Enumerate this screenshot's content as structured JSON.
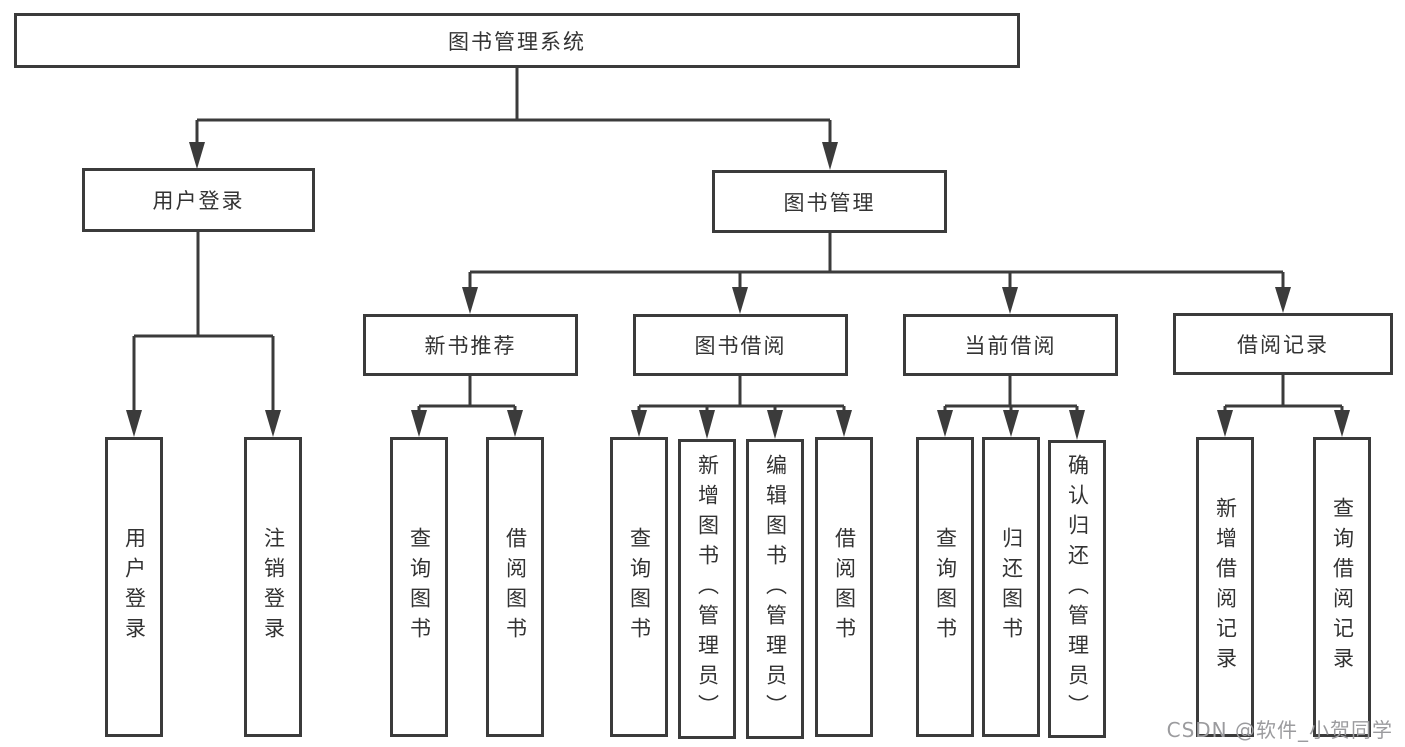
{
  "diagram": {
    "title": "图书管理系统",
    "line_color": "#3b3b3b",
    "box_border_color": "#3b3b3b",
    "text_color": "#333333",
    "root": {
      "label": "图书管理系统"
    },
    "level2": [
      {
        "id": "user-login",
        "label": "用户登录"
      },
      {
        "id": "book-management",
        "label": "图书管理"
      }
    ],
    "level3": [
      {
        "id": "new-book-recommend",
        "label": "新书推荐"
      },
      {
        "id": "book-borrowing",
        "label": "图书借阅"
      },
      {
        "id": "current-borrowing",
        "label": "当前借阅"
      },
      {
        "id": "borrowing-records",
        "label": "借阅记录"
      }
    ],
    "leaves": [
      {
        "id": "user-login-leaf",
        "parent": "user-login",
        "label": "用户登录"
      },
      {
        "id": "logout-leaf",
        "parent": "user-login",
        "label": "注销登录"
      },
      {
        "id": "query-books-recommend",
        "parent": "new-book-recommend",
        "label": "查询图书"
      },
      {
        "id": "borrow-books-recommend",
        "parent": "new-book-recommend",
        "label": "借阅图书"
      },
      {
        "id": "query-books-borrowing",
        "parent": "book-borrowing",
        "label": "查询图书"
      },
      {
        "id": "add-books-admin",
        "parent": "book-borrowing",
        "label": "新增图书（管理员）"
      },
      {
        "id": "edit-books-admin",
        "parent": "book-borrowing",
        "label": "编辑图书（管理员）"
      },
      {
        "id": "borrow-books-borrowing",
        "parent": "book-borrowing",
        "label": "借阅图书"
      },
      {
        "id": "query-books-current",
        "parent": "current-borrowing",
        "label": "查询图书"
      },
      {
        "id": "return-books",
        "parent": "current-borrowing",
        "label": "归还图书"
      },
      {
        "id": "confirm-return-admin",
        "parent": "current-borrowing",
        "label": "确认归还（管理员）"
      },
      {
        "id": "add-borrow-record",
        "parent": "borrowing-records",
        "label": "新增借阅记录"
      },
      {
        "id": "query-borrow-record",
        "parent": "borrowing-records",
        "label": "查询借阅记录"
      }
    ]
  },
  "watermark": {
    "text": "CSDN @软件_小贺同学",
    "color": "#9b9b9e"
  }
}
